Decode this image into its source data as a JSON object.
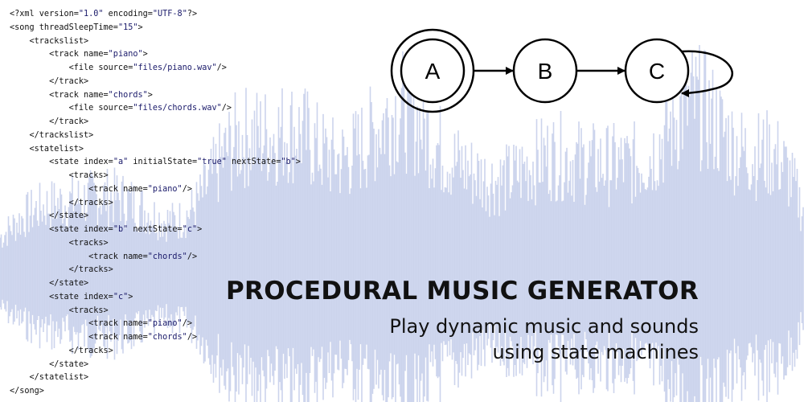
{
  "code_lines": [
    "<?xml version=\"1.0\" encoding=\"UTF-8\"?>",
    "<song threadSleepTime=\"15\">",
    "    <trackslist>",
    "        <track name=\"piano\">",
    "            <file source=\"files/piano.wav\"/>",
    "        </track>",
    "        <track name=\"chords\">",
    "            <file source=\"files/chords.wav\"/>",
    "        </track>",
    "    </trackslist>",
    "    <statelist>",
    "        <state index=\"a\" initialState=\"true\" nextState=\"b\">",
    "            <tracks>",
    "                <track name=\"piano\"/>",
    "            </tracks>",
    "        </state>",
    "        <state index=\"b\" nextState=\"c\">",
    "            <tracks>",
    "                <track name=\"chords\"/>",
    "            </tracks>",
    "        </state>",
    "        <state index=\"c\">",
    "            <tracks>",
    "                <track name=\"piano\"/>",
    "                <track name=\"chords\"/>",
    "            </tracks>",
    "        </state>",
    "    </statelist>",
    "</song>"
  ],
  "diagram": {
    "nodes": [
      "A",
      "B",
      "C"
    ],
    "initial_node": "A",
    "edges": [
      [
        "A",
        "B"
      ],
      [
        "B",
        "C"
      ],
      [
        "C",
        "C"
      ]
    ]
  },
  "title": "PROCEDURAL MUSIC GENERATOR",
  "subtitle_line1": "Play dynamic music and sounds",
  "subtitle_line2": "using state machines",
  "colors": {
    "waveform": "#c3cde9",
    "text": "#111111",
    "code_value": "#1a1a6a"
  }
}
